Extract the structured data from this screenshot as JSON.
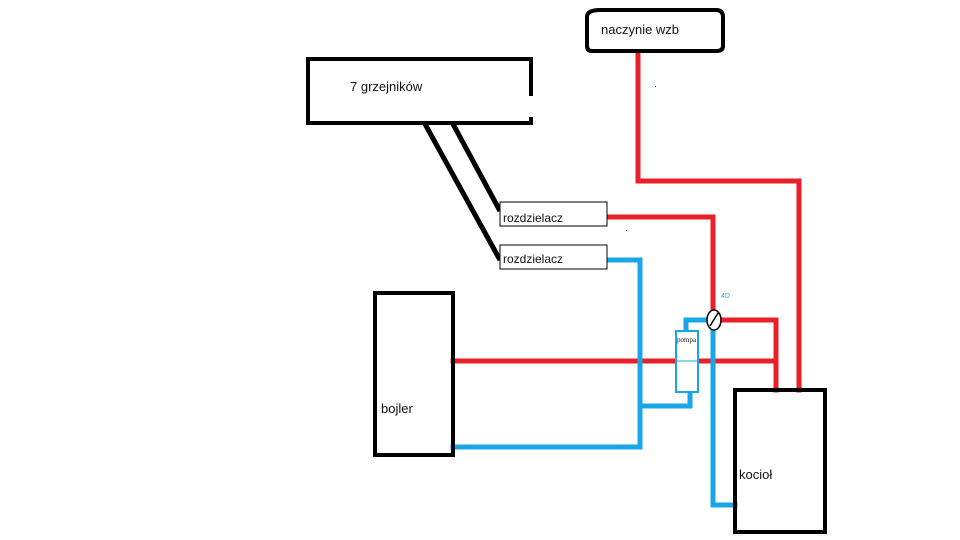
{
  "colors": {
    "hot": "#e8202a",
    "cold": "#1aa6e4",
    "outline": "#000000",
    "background": "#ffffff"
  },
  "labels": {
    "expansion_vessel": "naczynie wzb",
    "radiators": "7 grzejników",
    "manifold_supply": "rozdzielacz",
    "manifold_return": "rozdzielacz",
    "boiler_tank": "bojler",
    "furnace": "kocioł",
    "pump": "pompa",
    "valve": "4D"
  }
}
